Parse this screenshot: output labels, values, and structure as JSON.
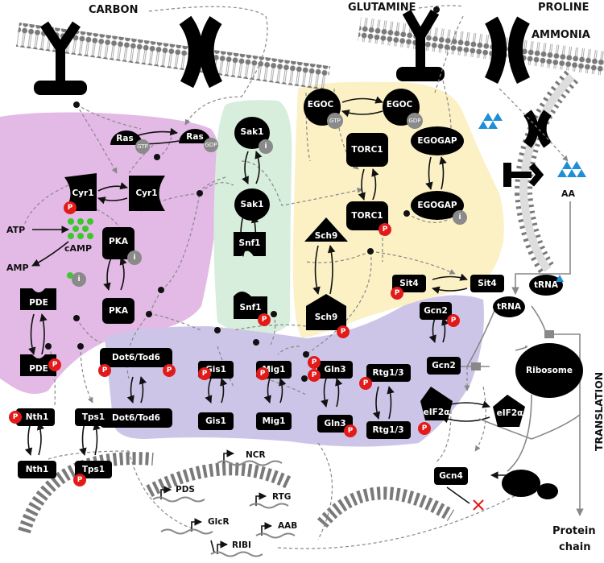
{
  "inputs": {
    "carbon": "CARBON",
    "glutamine": "GLUTAMINE",
    "proline": "PROLINE",
    "ammonia": "AMMONIA",
    "aa": "AA"
  },
  "small_molecules": {
    "atp": "ATP",
    "amp": "AMP",
    "camp": "cAMP"
  },
  "badges": {
    "phospho": "P",
    "inactive": "i",
    "gtp": "GTP",
    "gdp": "GDP"
  },
  "pka_module": {
    "ras_gtp": "Ras",
    "ras_gdp": "Ras",
    "cyr1_active": "Cyr1",
    "cyr1_inactive": "Cyr1",
    "pka_inactive": "PKA",
    "pka_active": "PKA",
    "pde_top": "PDE",
    "pde_bottom": "PDE"
  },
  "snf1_module": {
    "sak1_top": "Sak1",
    "sak1_bottom": "Sak1",
    "snf1_top": "Snf1",
    "snf1_bottom": "Snf1"
  },
  "torc1_module": {
    "egoc_gtp": "EGOC",
    "egoc_gdp": "EGOC",
    "torc1_top": "TORC1",
    "torc1_bottom": "TORC1",
    "egogap_top": "EGOGAP",
    "egogap_bottom": "EGOGAP",
    "sch9_top": "Sch9",
    "sch9_bottom": "Sch9",
    "sit4_left": "Sit4",
    "sit4_right": "Sit4"
  },
  "effectors": {
    "dot6_top": "Dot6/Tod6",
    "dot6_bottom": "Dot6/Tod6",
    "gis1_top": "Gis1",
    "gis1_bottom": "Gis1",
    "mig1_top": "Mig1",
    "mig1_bottom": "Mig1",
    "gln3_top": "Gln3",
    "gln3_bottom": "Gln3",
    "rtg_top": "Rtg1/3",
    "rtg_bottom": "Rtg1/3",
    "nth1_top": "Nth1",
    "nth1_bottom": "Nth1",
    "tps1_top": "Tps1",
    "tps1_bottom": "Tps1"
  },
  "gcn_module": {
    "gcn2_top": "Gcn2",
    "gcn2_bottom": "Gcn2",
    "eif2a_left": "eIF2α",
    "eif2a_right": "eIF2α",
    "gcn4": "Gcn4",
    "trna_charged": "tRNA",
    "trna_uncharged": "tRNA",
    "ribosome": "Ribosome"
  },
  "genes": {
    "pds": "PDS",
    "ncr": "NCR",
    "rtg": "RTG",
    "glcr": "GlcR",
    "aab": "AAB",
    "ribi": "RIBI"
  },
  "translation": {
    "label": "TRANSLATION",
    "output_line1": "Protein",
    "output_line2": "chain"
  },
  "colors": {
    "pka_region": "#e3b9e6",
    "snf1_region": "#d7eedd",
    "torc1_region": "#fbf1c5",
    "effector_region": "#cdc5e8",
    "node": "#000000",
    "phospho_badge": "#e21a1a",
    "inactive_badge": "#8a8a8a",
    "camp": "#3cc72d",
    "amino_acid": "#1e8fd6",
    "membrane": "#7a7a7a",
    "inhibition_x": "#e21a1a"
  }
}
